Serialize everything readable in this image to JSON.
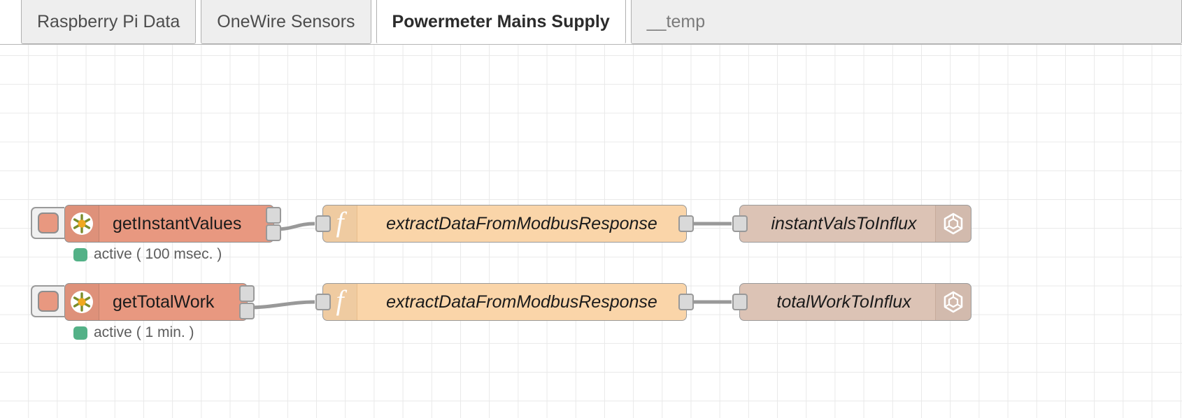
{
  "tabs": [
    {
      "label": "Raspberry Pi Data",
      "active": false,
      "muted": false
    },
    {
      "label": "OneWire Sensors",
      "active": false,
      "muted": false
    },
    {
      "label": "Powermeter Mains Supply",
      "active": true,
      "muted": false
    },
    {
      "label": "__temp",
      "active": false,
      "muted": true
    }
  ],
  "flow": {
    "rows": [
      {
        "trigger": {
          "label": "getInstantValues",
          "icon": "modbus-flower-icon",
          "color": "#e89880"
        },
        "status": {
          "text": "active ( 100 msec. )",
          "state_color": "#53b187"
        },
        "function": {
          "label": "extractDataFromModbusResponse",
          "icon": "function-f-icon",
          "color": "#fad5a9"
        },
        "sink": {
          "label": "instantValsToInflux",
          "icon": "influxdb-icon",
          "color": "#dcc3b5"
        }
      },
      {
        "trigger": {
          "label": "getTotalWork",
          "icon": "modbus-flower-icon",
          "color": "#e89880"
        },
        "status": {
          "text": "active ( 1 min. )",
          "state_color": "#53b187"
        },
        "function": {
          "label": "extractDataFromModbusResponse",
          "icon": "function-f-icon",
          "color": "#fad5a9"
        },
        "sink": {
          "label": "totalWorkToInflux",
          "icon": "influxdb-icon",
          "color": "#dcc3b5"
        }
      }
    ]
  },
  "canvas": {
    "grid_color": "#e9e9e9",
    "background": "#ffffff",
    "wire_color": "#999999"
  }
}
